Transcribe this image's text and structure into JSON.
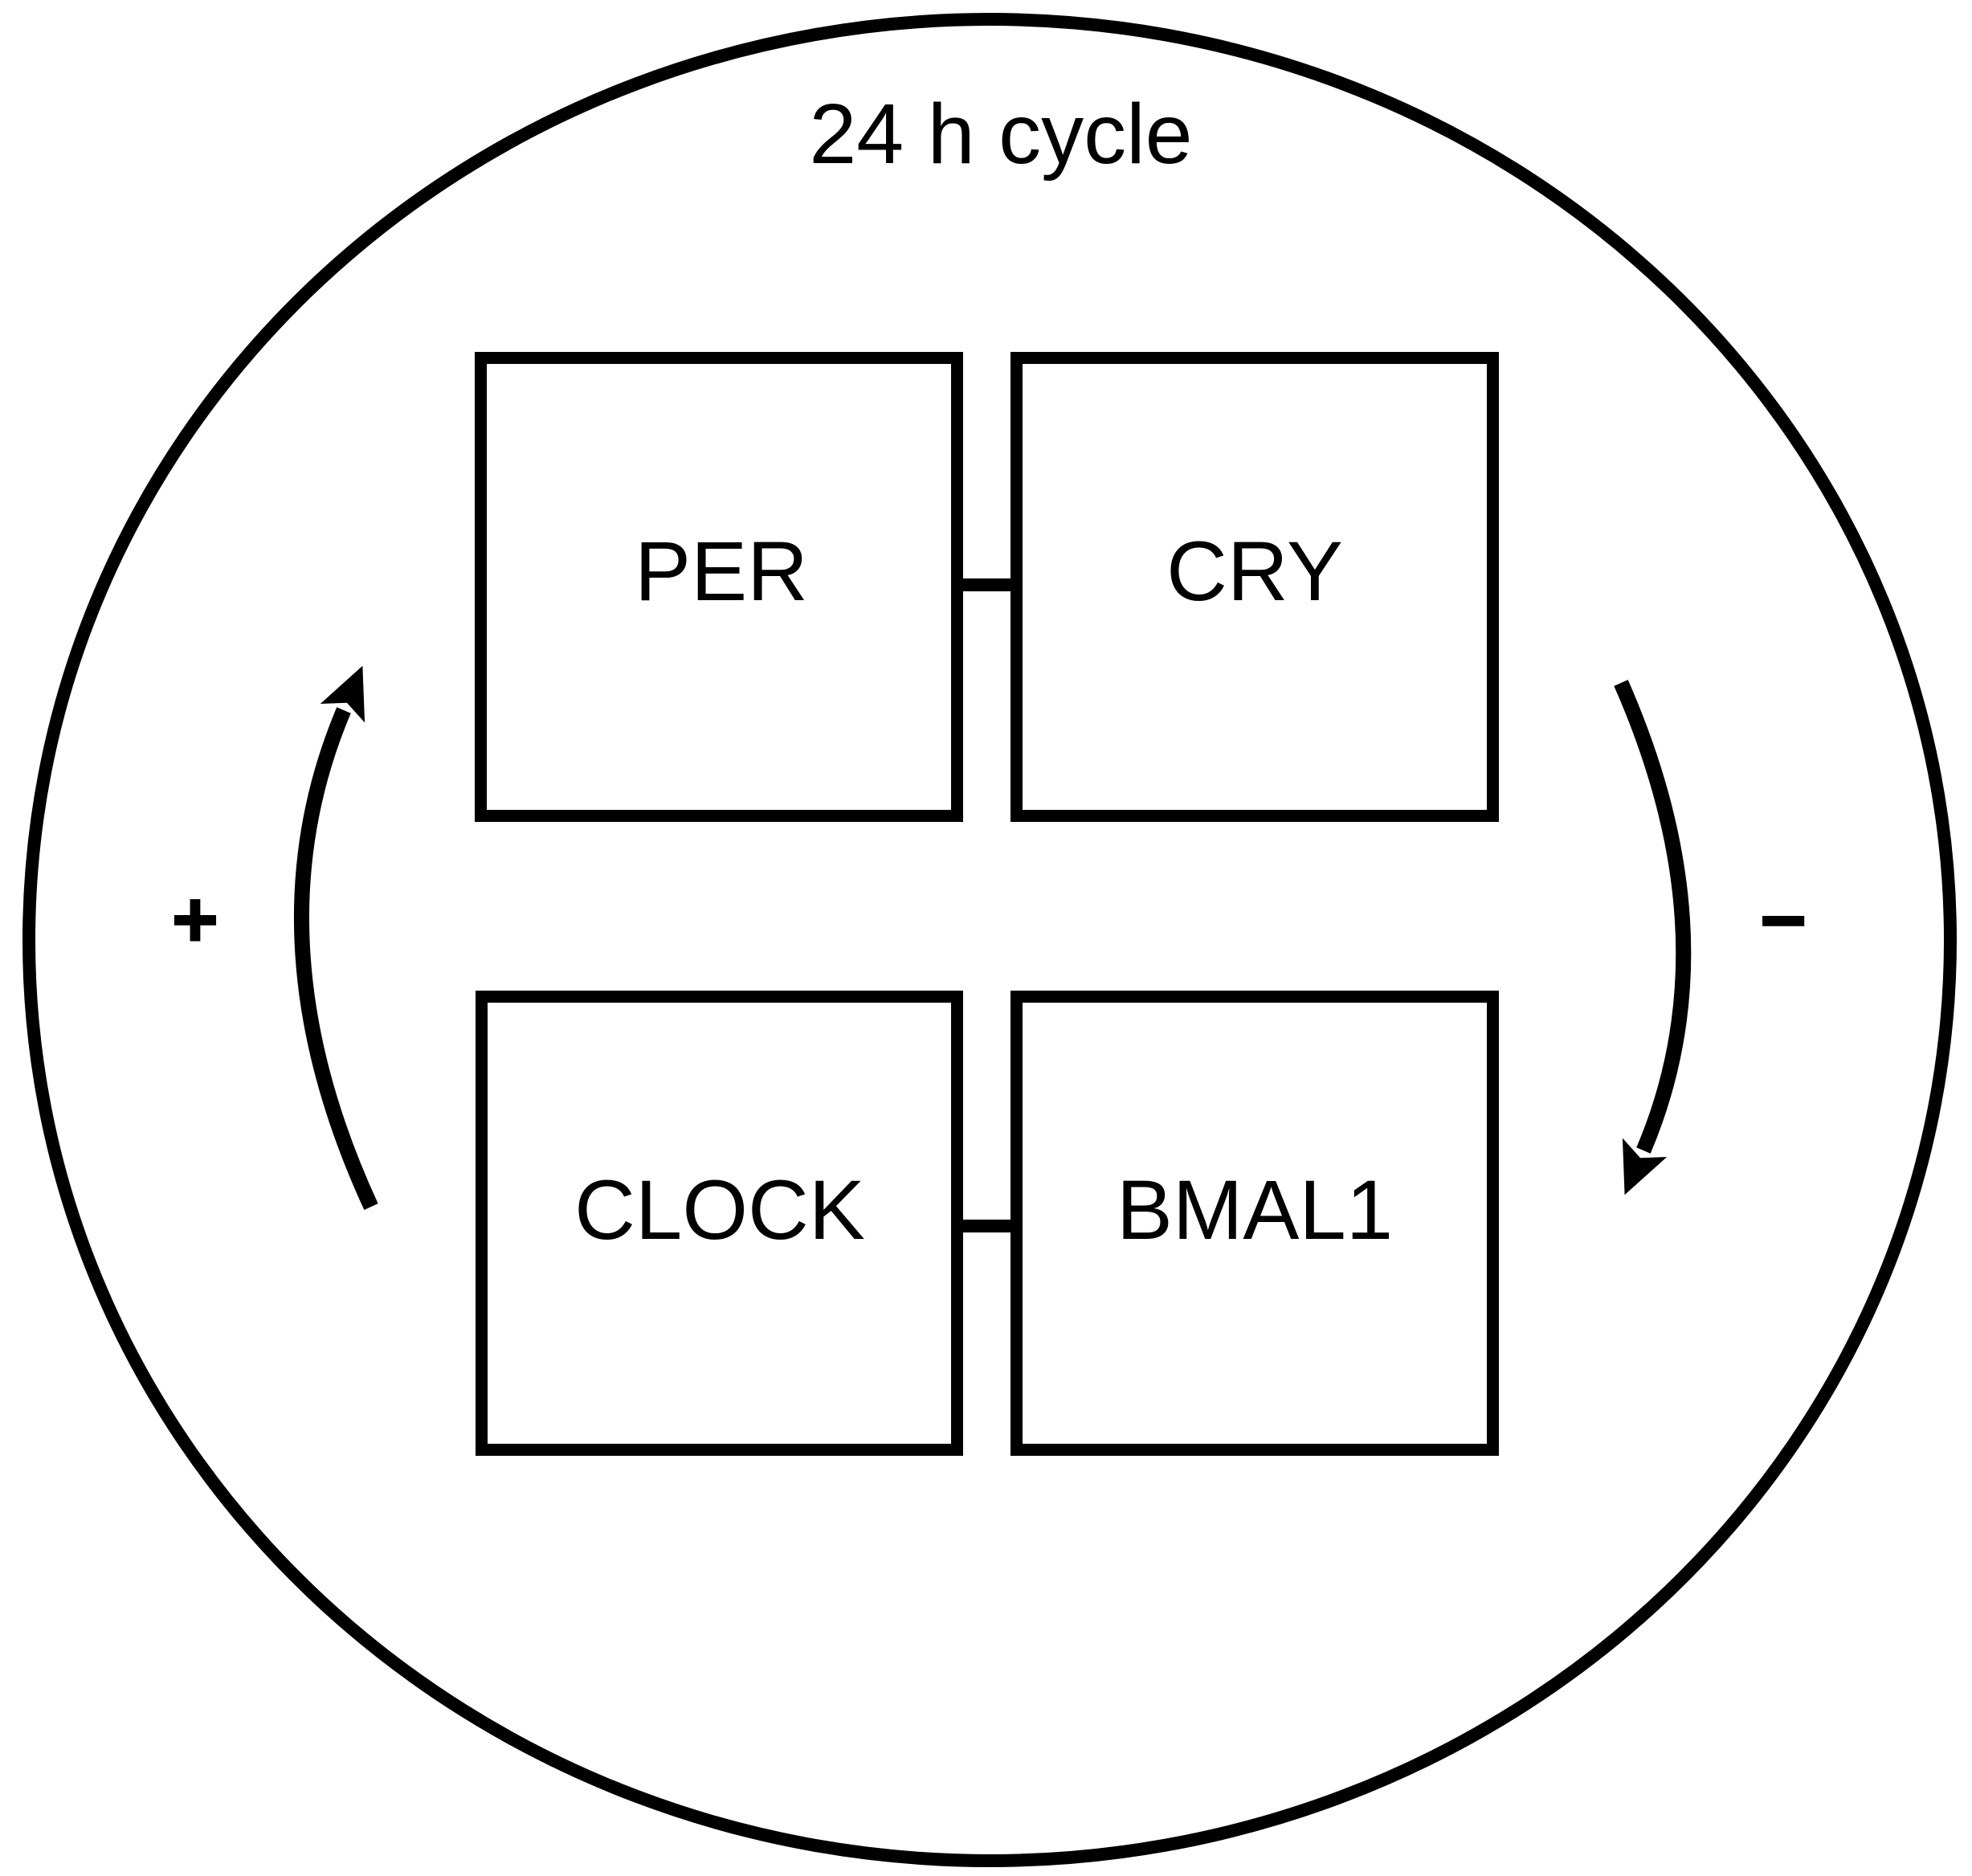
{
  "page": {
    "background": "#ffffff"
  },
  "diagram": {
    "title": "24 h cycle",
    "type": "circadian-clock-feedback-loop",
    "boxes": [
      {
        "id": "per",
        "label": "PER"
      },
      {
        "id": "cry",
        "label": "CRY"
      },
      {
        "id": "clock",
        "label": "CLOCK"
      },
      {
        "id": "bmal1",
        "label": "BMAL1"
      }
    ],
    "connectors": [
      {
        "from": "per",
        "to": "cry"
      },
      {
        "from": "clock",
        "to": "bmal1"
      }
    ],
    "plus_label": "+",
    "minus_label": "−",
    "arrows": [
      {
        "side": "left",
        "sign": "+",
        "direction": "upward"
      },
      {
        "side": "right",
        "sign": "−",
        "direction": "downward"
      }
    ],
    "colors": {
      "line": "#000000",
      "background": "#ffffff"
    }
  }
}
